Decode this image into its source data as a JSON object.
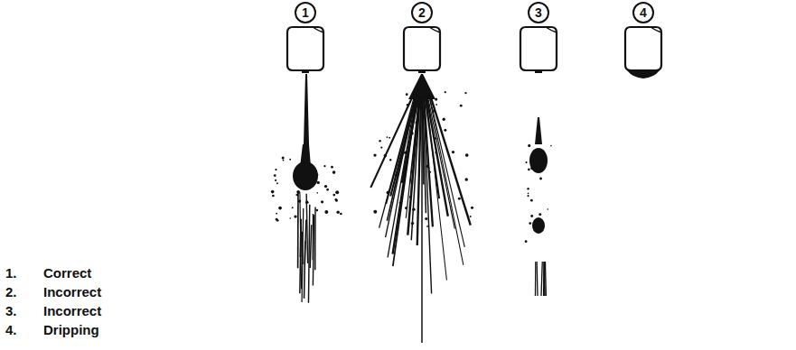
{
  "diagram": {
    "nodes": [
      {
        "text": [
          "1"
        ]
      },
      {
        "text": [
          "2"
        ]
      },
      {
        "text": [
          "3"
        ]
      },
      {
        "text": [
          "4"
        ]
      }
    ],
    "labels": [
      "1.",
      "Correct",
      "2.",
      "Incorrect",
      "3.",
      "Incorrect",
      "4.",
      "Dripping"
    ]
  }
}
